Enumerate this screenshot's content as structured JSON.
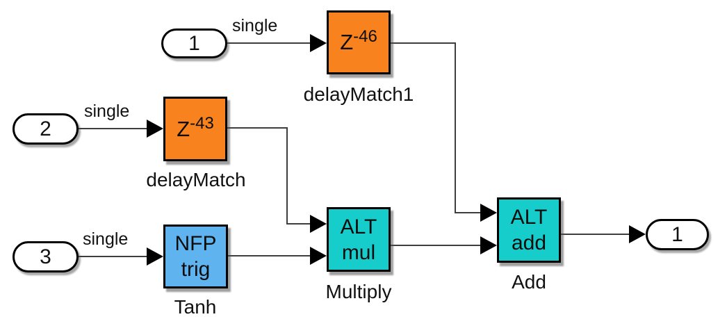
{
  "diagram": {
    "type": "simulink-block-diagram",
    "background": "#ffffff",
    "colors": {
      "delay_block_fill": "#F8821D",
      "alt_block_fill": "#17CDCB",
      "trig_block_fill": "#5FB4F0",
      "block_border": "#000000",
      "wire": "#3D3D3D",
      "port_fill": "#FFFFFF"
    },
    "inports": [
      {
        "id": "1"
      },
      {
        "id": "2"
      },
      {
        "id": "3"
      }
    ],
    "outports": [
      {
        "id": "1"
      }
    ],
    "blocks": {
      "delayMatch1": {
        "base": "Z",
        "exponent": "-46",
        "label": "delayMatch1"
      },
      "delayMatch": {
        "base": "Z",
        "exponent": "-43",
        "label": "delayMatch"
      },
      "tanh": {
        "line1": "NFP",
        "line2": "trig",
        "label": "Tanh"
      },
      "multiply": {
        "line1": "ALT",
        "line2": "mul",
        "label": "Multiply"
      },
      "add": {
        "line1": "ALT",
        "line2": "add",
        "label": "Add"
      }
    },
    "signal_labels": {
      "in1": "single",
      "in2": "single",
      "in3": "single"
    }
  }
}
